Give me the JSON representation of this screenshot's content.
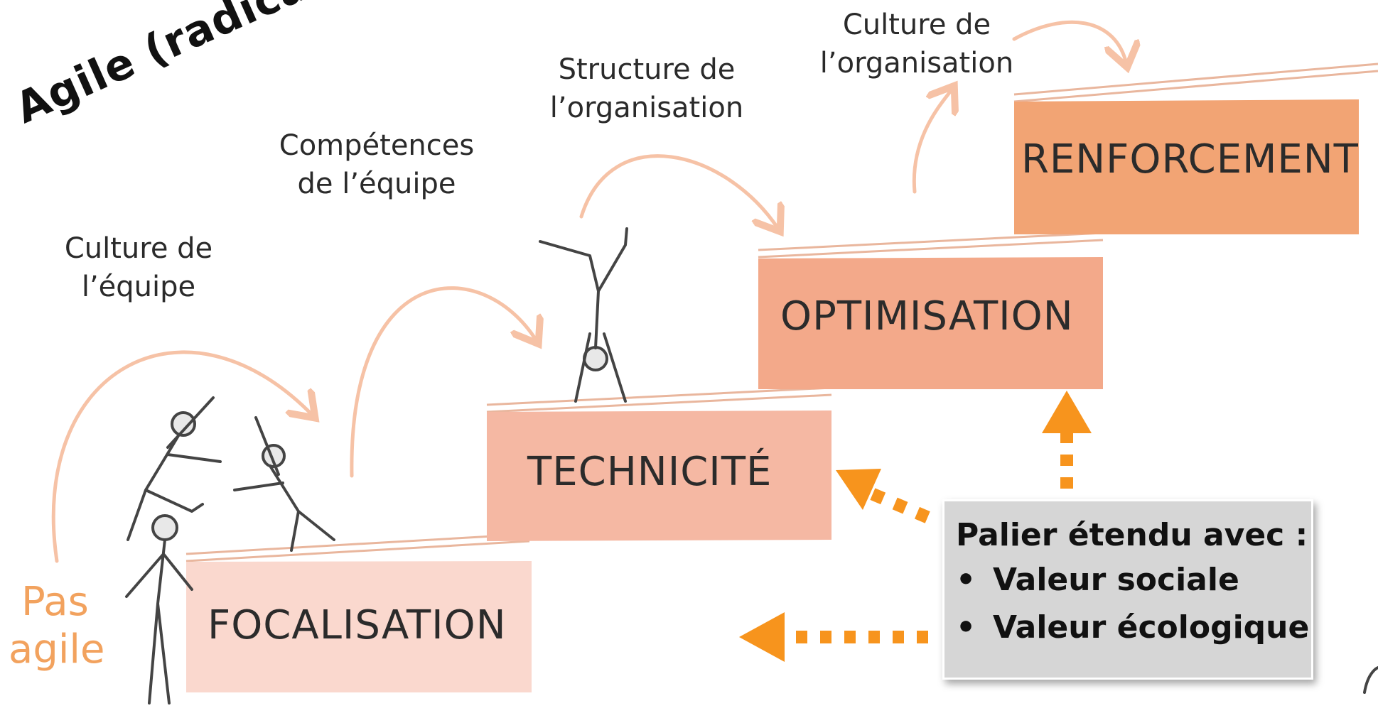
{
  "title": "Agile (radical) Fluency",
  "pas_agile": {
    "line1": "Pas",
    "line2": "agile"
  },
  "transitions": [
    {
      "label": "Culture de\nl’équipe"
    },
    {
      "label": "Compétences\nde l’équipe"
    },
    {
      "label": "Structure de\nl’organisation"
    },
    {
      "label": "Culture de\nl’organisation"
    }
  ],
  "zones": [
    {
      "label": "FOCALISATION",
      "color": "#fad8ce"
    },
    {
      "label": "TECHNICITÉ",
      "color": "#f5b8a3"
    },
    {
      "label": "OPTIMISATION",
      "color": "#f3a98a"
    },
    {
      "label": "RENFORCEMENT",
      "color": "#f2a474"
    }
  ],
  "note": {
    "title": "Palier étendu avec :",
    "items": [
      "Valeur sociale",
      "Valeur écologique"
    ]
  },
  "colors": {
    "arrow_curve": "#f6c2a6",
    "arrow_dotted": "#f7941d",
    "accent_text": "#f2a25e"
  }
}
